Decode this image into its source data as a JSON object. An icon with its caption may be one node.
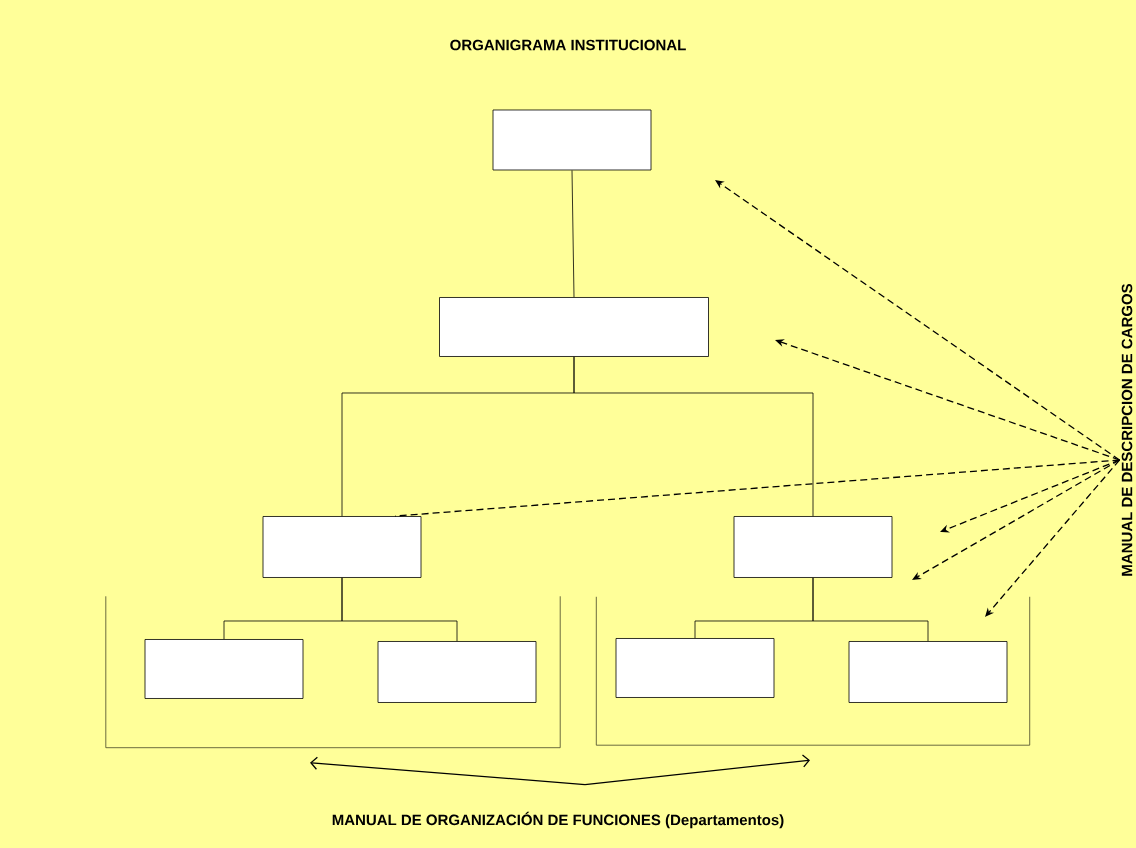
{
  "diagram": {
    "title": "ORGANIGRAMA INSTITUCIONAL",
    "nodes": [
      {
        "text": [],
        "shape": "box"
      },
      {
        "text": [],
        "shape": "box"
      },
      {
        "text": [],
        "shape": "box"
      },
      {
        "text": [],
        "shape": "box"
      },
      {
        "text": [],
        "shape": "bracket"
      },
      {
        "text": [],
        "shape": "box",
        "in": 4
      },
      {
        "text": [],
        "shape": "box",
        "in": 4
      },
      {
        "text": [],
        "shape": "bracket"
      },
      {
        "text": [],
        "shape": "box",
        "in": 7
      },
      {
        "text": [],
        "shape": "box",
        "in": 7
      },
      {
        "text": [
          "MANUAL DE DESCRIPCION DE CARGOS"
        ]
      },
      {
        "text": [
          "MANUAL DE ORGANIZACIÓN DE FUNCIONES (Departamentos)"
        ]
      }
    ],
    "edges": [
      {
        "from": 0,
        "to": 1,
        "arrow": "none"
      },
      {
        "from": 1,
        "to": 2,
        "arrow": "none"
      },
      {
        "from": 1,
        "to": 3,
        "arrow": "none"
      },
      {
        "from": 2,
        "to": 5,
        "arrow": "none"
      },
      {
        "from": 2,
        "to": 6,
        "arrow": "none"
      },
      {
        "from": 3,
        "to": 8,
        "arrow": "none"
      },
      {
        "from": 3,
        "to": 9,
        "arrow": "none"
      },
      {
        "from": 10,
        "to": null,
        "arrow": "to",
        "style": "dashed"
      },
      {
        "from": 10,
        "to": null,
        "arrow": "to",
        "style": "dashed"
      },
      {
        "from": 10,
        "to": 2,
        "arrow": "none",
        "style": "dashed"
      },
      {
        "from": 10,
        "to": null,
        "arrow": "to",
        "style": "dashed"
      },
      {
        "from": 10,
        "to": null,
        "arrow": "to",
        "style": "dashed"
      },
      {
        "from": 10,
        "to": null,
        "arrow": "to",
        "style": "dashed"
      },
      {
        "from": 11,
        "to": 4,
        "arrow": "to"
      },
      {
        "from": 11,
        "to": 7,
        "arrow": "to"
      }
    ]
  }
}
